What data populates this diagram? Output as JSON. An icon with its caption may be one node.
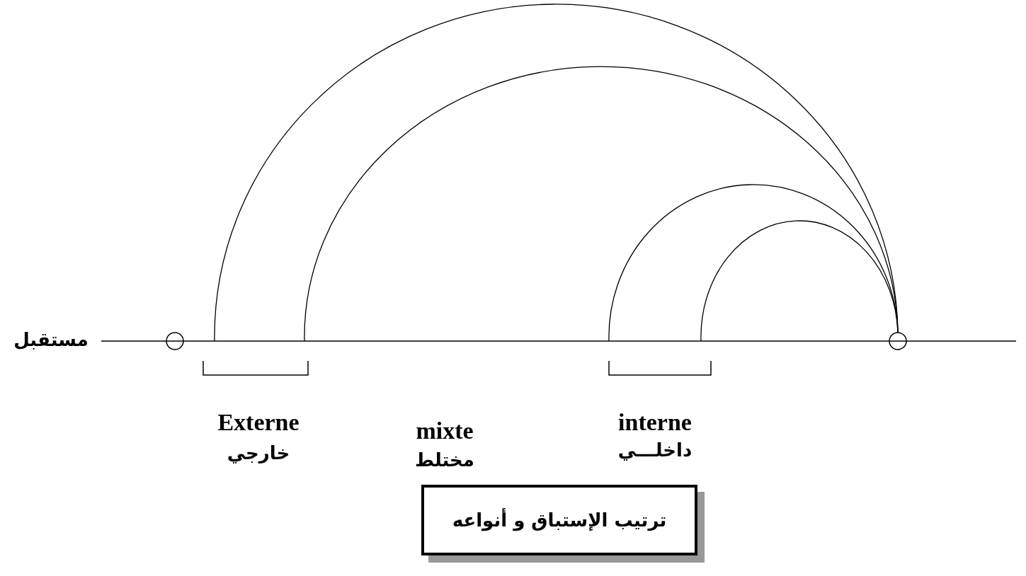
{
  "diagram": {
    "nodes": [
      {
        "text": [],
        "shape": "circle"
      },
      {
        "text": [],
        "shape": "circle"
      },
      {
        "text": [
          "ترتيب الإستباق و أنواعه"
        ]
      }
    ],
    "edges": [
      {
        "from": 1,
        "to": null,
        "arrow": "none"
      },
      {
        "from": 1,
        "to": null,
        "arrow": "none"
      },
      {
        "from": 1,
        "to": null,
        "arrow": "none"
      },
      {
        "from": 1,
        "to": null,
        "arrow": "none"
      }
    ],
    "labels": [
      "مستقبل",
      "Externe",
      "خارجي",
      "mixte",
      "مختلط",
      "interne",
      "داخلـــي"
    ]
  }
}
